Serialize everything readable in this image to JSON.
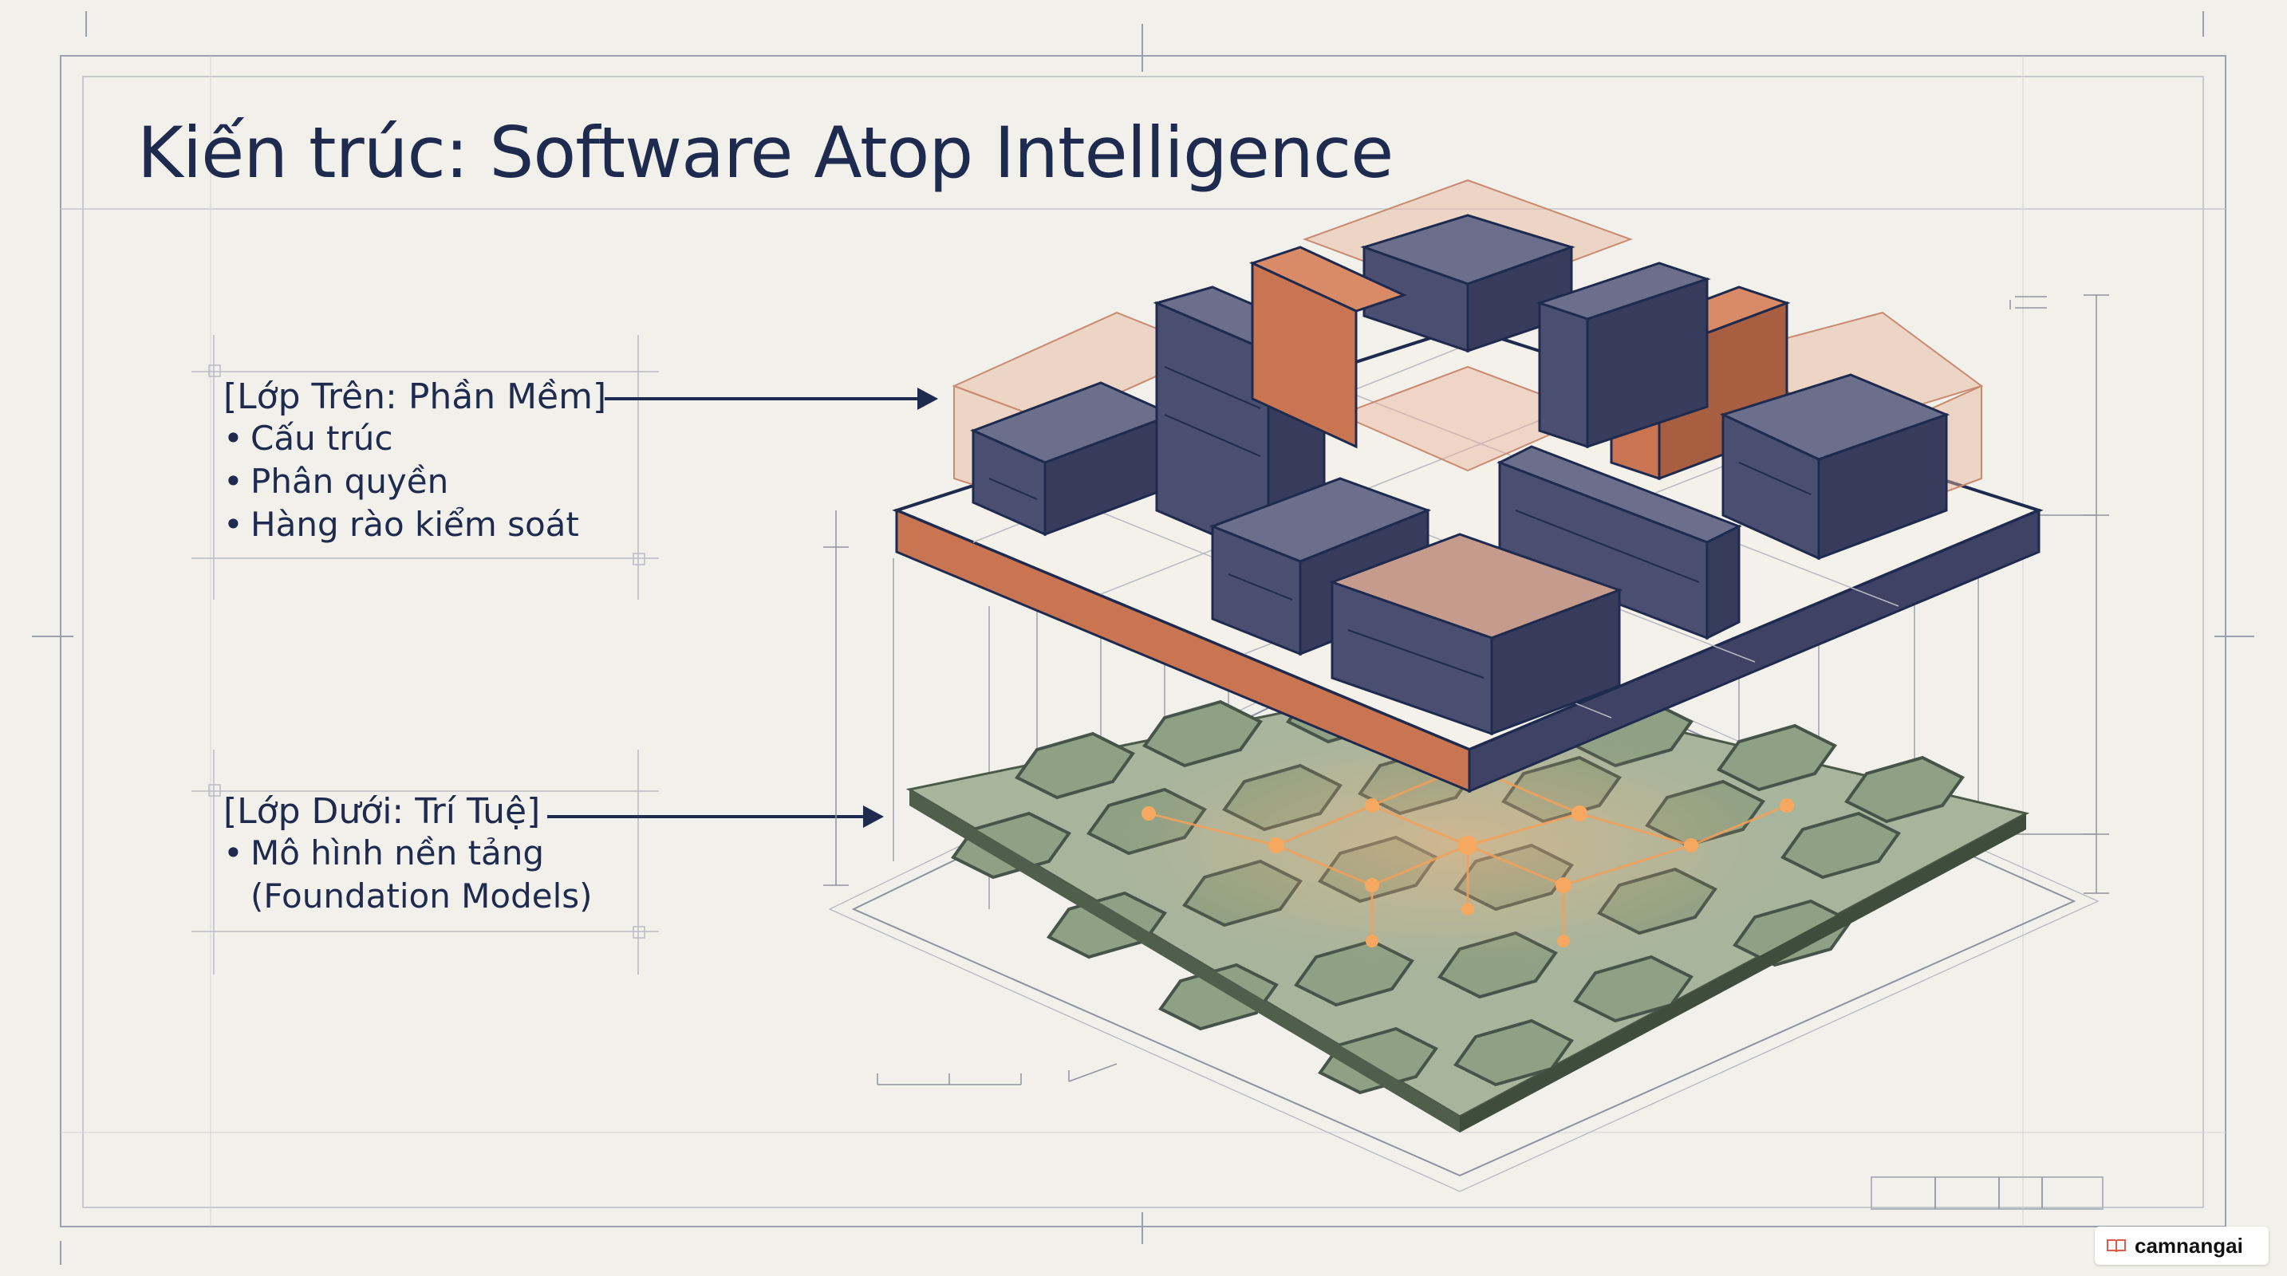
{
  "slide": {
    "title": "Kiến trúc: Software Atop Intelligence"
  },
  "upper_layer": {
    "heading": "[Lớp Trên: Phần Mềm]",
    "items": [
      "Cấu trúc",
      "Phân quyền",
      "Hàng rào kiểm soát"
    ]
  },
  "lower_layer": {
    "heading": "[Lớp Dưới: Trí Tuệ]",
    "items": [
      "Mô hình nền tảng",
      "(Foundation Models)"
    ]
  },
  "brand": {
    "name": "camnangai",
    "icon": "book-icon",
    "color": "#e05a47"
  },
  "colors": {
    "ink": "#1f2a4f",
    "navy_block": "#4a4f72",
    "copper": "#c97552",
    "peach_glass": "#e8b49c",
    "hex_green": "#7e9474",
    "glow": "#f2a15b",
    "paper": "#f1f0ea"
  }
}
